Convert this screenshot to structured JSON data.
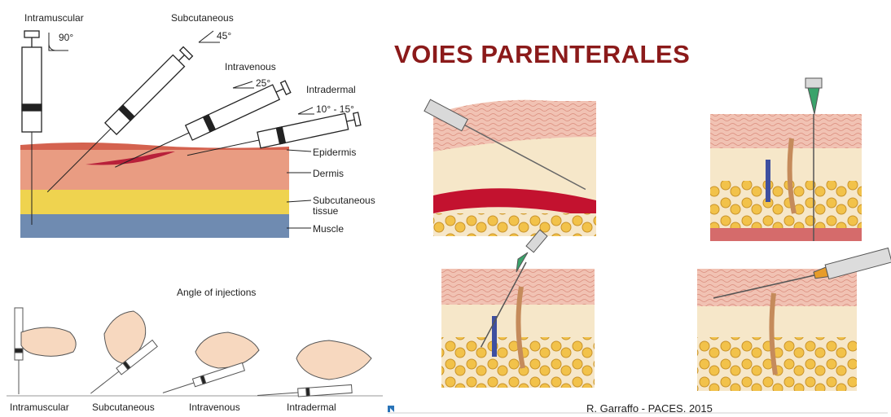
{
  "left_diagram": {
    "labels": {
      "intramuscular": "Intramuscular",
      "intramuscular_angle": "90°",
      "subcutaneous": "Subcutaneous",
      "subcutaneous_angle": "45°",
      "intravenous": "Intravenous",
      "intravenous_angle": "25°",
      "intradermal": "Intradermal",
      "intradermal_angle": "10° - 15°",
      "epidermis": "Epidermis",
      "dermis": "Dermis",
      "subcutaneous_tissue": "Subcutaneous tissue",
      "muscle": "Muscle"
    },
    "colors": {
      "dermis": "#e99c82",
      "subcutaneous": "#efd34f",
      "muscle": "#6f8bb1",
      "vein": "#b8203a"
    }
  },
  "bottom_diagram": {
    "title": "Angle of injections",
    "captions": [
      "Intramuscular",
      "Subcutaneous",
      "Intravenous",
      "Intradermal"
    ]
  },
  "slide": {
    "title": "VOIES PARENTERALES",
    "footer": "R. Garraffo - PACES. 2015",
    "title_color": "#8b1a1a"
  }
}
